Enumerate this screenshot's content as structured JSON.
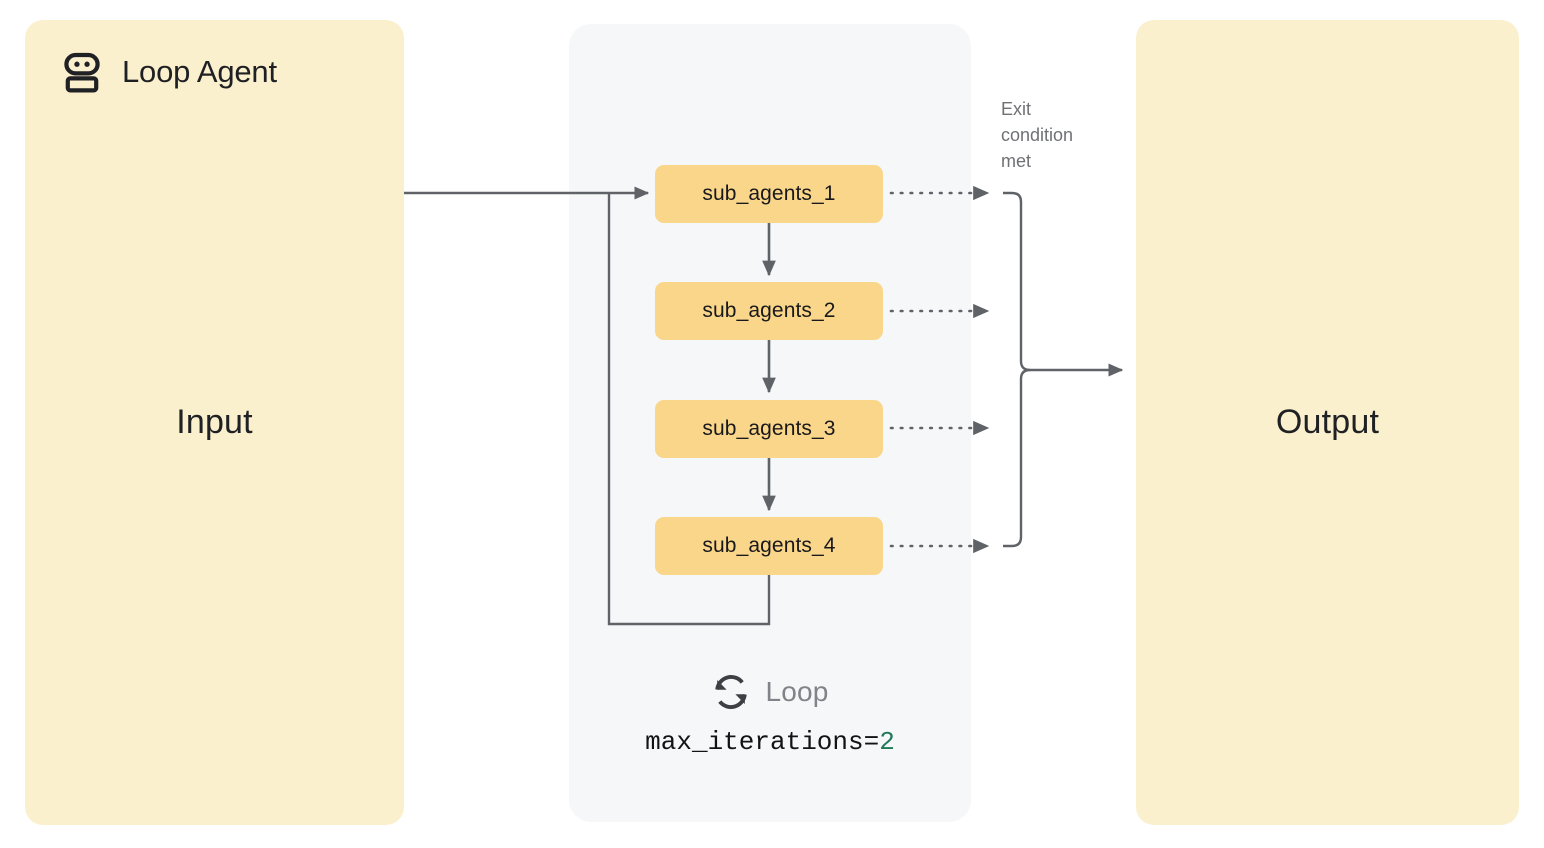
{
  "diagram": {
    "type": "agent-workflow",
    "title": "Loop Agent workflow",
    "input": {
      "label": "Input"
    },
    "output": {
      "label": "Output"
    },
    "loop_agent": {
      "title": "Loop Agent",
      "icon": "robot-icon",
      "sub_agents": [
        {
          "label": "sub_agents_1"
        },
        {
          "label": "sub_agents_2"
        },
        {
          "label": "sub_agents_3"
        },
        {
          "label": "sub_agents_4"
        }
      ],
      "footer": {
        "icon": "loop-icon",
        "label": "Loop",
        "max_iterations_key": "max_iterations=",
        "max_iterations_value": "2"
      }
    },
    "annotations": {
      "exit_condition": "Exit\ncondition\nmet"
    },
    "colors": {
      "input_output_fill": "#FBF0CE",
      "agent_panel_fill": "#F6F7F9",
      "sub_agent_fill": "#FAD68B",
      "connector_stroke": "#5F6368",
      "title_text": "#1F2023",
      "muted_text": "#6F7175",
      "mono_value": "#1E7A58"
    }
  }
}
